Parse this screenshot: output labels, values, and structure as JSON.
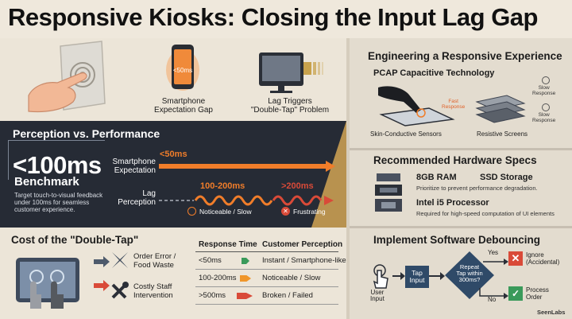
{
  "title": "Responsive Kiosks: Closing the Input Lag Gap",
  "top": {
    "phone_time": "<50ms",
    "phone_caption": "Smartphone\nExpectation Gap",
    "lag_caption": "Lag Triggers\n\"Double-Tap\" Problem"
  },
  "perception": {
    "heading": "Perception vs. Performance",
    "big_value": "<100ms",
    "big_label": "Benchmark",
    "description": "Target touch-to-visual feedback under 100ms for seamless customer experience.",
    "row1_label": "Smartphone\nExpectation",
    "row1_value": "<50ms",
    "row2_label": "Lag\nPerception",
    "row2_value_a": "100-200ms",
    "row2_value_b": ">200ms",
    "legend_a": "Noticeable / Slow",
    "legend_b": "Frustrating",
    "colors": {
      "orange": "#f07d2a",
      "red": "#d94a38"
    }
  },
  "cost": {
    "heading": "Cost of the \"Double-Tap\"",
    "item1": "Order Error /\nFood Waste",
    "item2": "Costly Staff\nIntervention"
  },
  "table": {
    "col1": "Response Time",
    "col2": "Customer Perception",
    "rows": [
      {
        "time": "<50ms",
        "perception": "Instant / Smartphone-like",
        "color": "#3a9a5a"
      },
      {
        "time": "100-200ms",
        "perception": "Noticeable / Slow",
        "color": "#f0962a"
      },
      {
        "time": ">500ms",
        "perception": "Broken / Failed",
        "color": "#d94a38"
      }
    ]
  },
  "engineering": {
    "heading": "Engineering a Responsive Experience",
    "sub": "PCAP Capacitive Technology",
    "fast": "Fast\nResponse",
    "slow1": "Slow\nResponse",
    "slow2": "Slow\nResponse",
    "cap1": "Skin-Conductive Sensors",
    "cap2": "Resistive Screens"
  },
  "hardware": {
    "heading": "Recommended Hardware Specs",
    "ram": "8GB RAM",
    "ssd": "SSD Storage",
    "ram_note": "Prioritize to prevent performance degradation.",
    "cpu": "Intel i5 Processor",
    "cpu_note": "Required for high-speed computation of UI elements"
  },
  "software": {
    "heading": "Implement Software Debouncing",
    "user_input": "User\nInput",
    "tap_input": "Tap\nInput",
    "decision": "Repeat\nTap within\n300ms?",
    "yes": "Yes",
    "no": "No",
    "ignore": "Ignore\n(Accidental)",
    "process": "Process\nOrder"
  },
  "brand": "SeenLabs"
}
